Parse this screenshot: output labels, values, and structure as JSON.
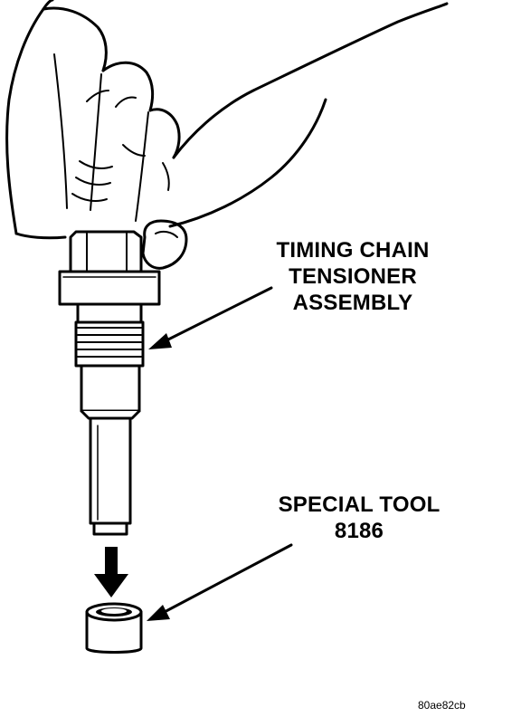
{
  "labels": {
    "tensioner": {
      "line1": "TIMING CHAIN",
      "line2": "TENSIONER",
      "line3": "ASSEMBLY"
    },
    "tool": {
      "line1": "SPECIAL TOOL",
      "line2": "8186"
    }
  },
  "figure_id": "80ae82cb",
  "colors": {
    "ink": "#000000",
    "paper": "#ffffff"
  }
}
